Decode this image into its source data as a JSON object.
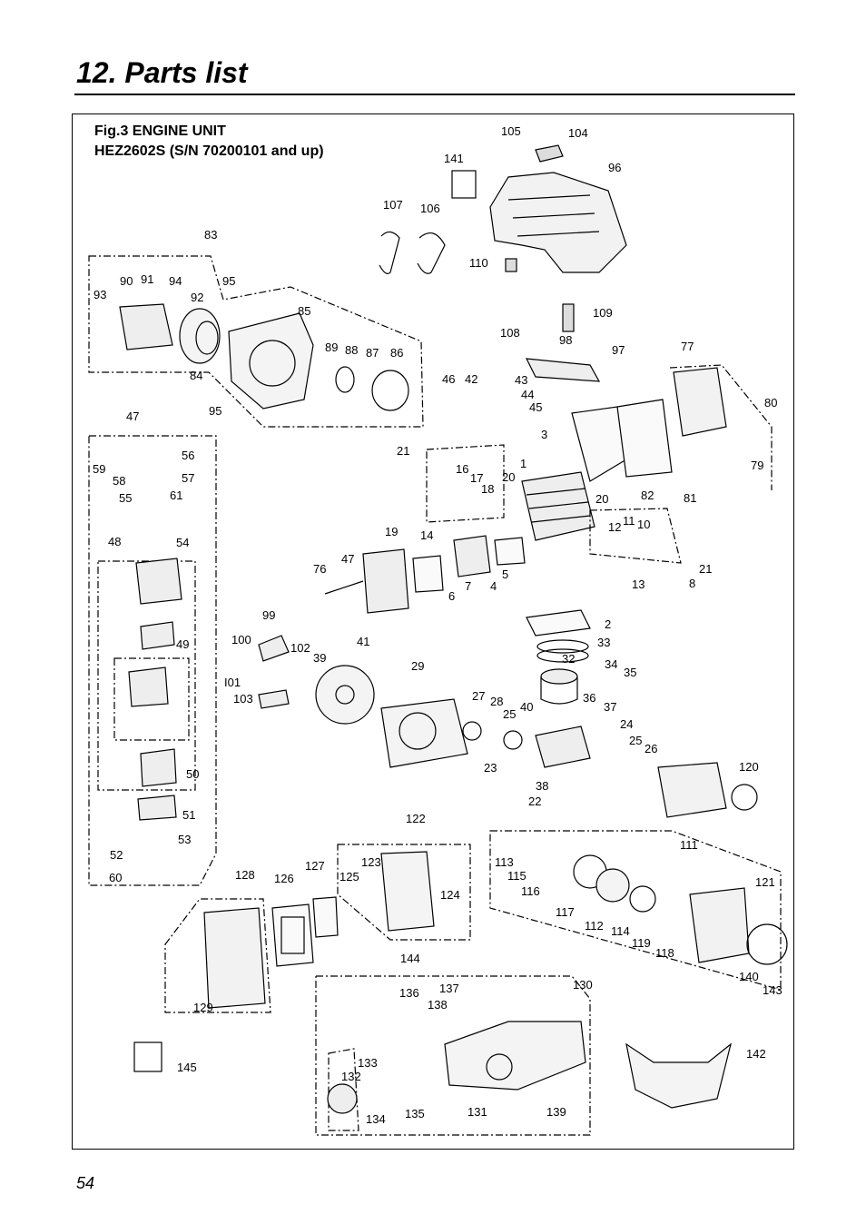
{
  "header": {
    "title": "12. Parts list"
  },
  "figure": {
    "caption_line1": "Fig.3 ENGINE UNIT",
    "caption_line2": "HEZ2602S  (S/N 70200101 and up)"
  },
  "labels": [
    "105",
    "104",
    "141",
    "96",
    "107",
    "106",
    "110",
    "83",
    "90",
    "91",
    "94",
    "95",
    "93",
    "92",
    "85",
    "109",
    "108",
    "98",
    "89",
    "88",
    "87",
    "86",
    "97",
    "77",
    "84",
    "95",
    "46",
    "42",
    "43",
    "44",
    "45",
    "80",
    "47",
    "3",
    "21",
    "56",
    "16",
    "17",
    "18",
    "1",
    "20",
    "79",
    "59",
    "58",
    "57",
    "55",
    "61",
    "82",
    "81",
    "20",
    "12",
    "11",
    "10",
    "19",
    "14",
    "48",
    "54",
    "47",
    "76",
    "6",
    "7",
    "4",
    "5",
    "21",
    "8",
    "13",
    "99",
    "2",
    "100",
    "102",
    "39",
    "41",
    "33",
    "32",
    "34",
    "35",
    "I01",
    "103",
    "29",
    "27",
    "28",
    "36",
    "37",
    "40",
    "25",
    "24",
    "25",
    "26",
    "120",
    "23",
    "38",
    "22",
    "49",
    "50",
    "51",
    "53",
    "52",
    "60",
    "122",
    "111",
    "123",
    "113",
    "115",
    "116",
    "125",
    "124",
    "128",
    "126",
    "127",
    "121",
    "117",
    "112",
    "114",
    "119",
    "118",
    "140",
    "143",
    "144",
    "136",
    "137",
    "138",
    "130",
    "129",
    "145",
    "133",
    "132",
    "142",
    "134",
    "135",
    "131",
    "139"
  ],
  "footer": {
    "page_number": "54"
  }
}
